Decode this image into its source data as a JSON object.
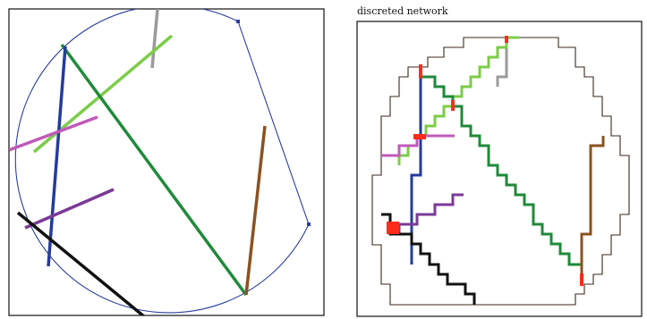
{
  "right_panel": {
    "caption": "discreted network"
  },
  "colors": {
    "frame": "#111111",
    "boundary": "#2b3f9e",
    "staircase_outline": "#3a2a1c",
    "junction": "#ff2a1a",
    "blue": "#243c9c",
    "dark_green": "#1f8a3a",
    "light_green": "#7ccc48",
    "gray": "#9a9a9a",
    "magenta": "#c05ab8",
    "purple": "#7a3a96",
    "black": "#111111",
    "brown": "#8b5220"
  },
  "fractures": [
    {
      "id": "gray",
      "color": "gray"
    },
    {
      "id": "light-green",
      "color": "light_green"
    },
    {
      "id": "blue",
      "color": "blue"
    },
    {
      "id": "dark-green",
      "color": "dark_green"
    },
    {
      "id": "magenta",
      "color": "magenta"
    },
    {
      "id": "purple",
      "color": "purple"
    },
    {
      "id": "black",
      "color": "black"
    },
    {
      "id": "brown",
      "color": "brown"
    }
  ]
}
